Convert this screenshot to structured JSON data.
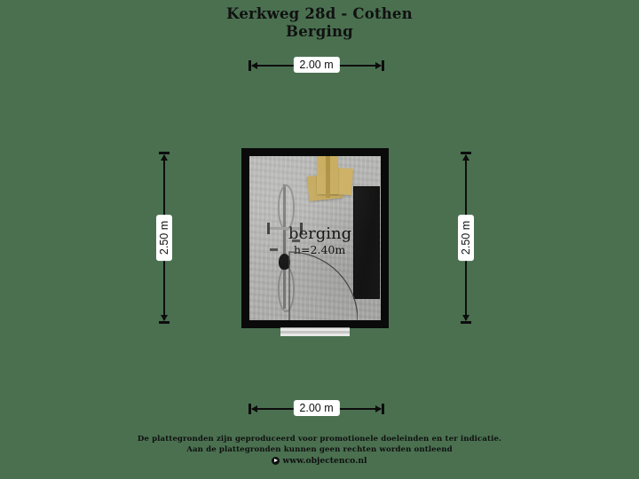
{
  "page": {
    "background_color": "#4a7050"
  },
  "header": {
    "address": "Kerkweg 28d - Cothen",
    "floor_name": "Berging"
  },
  "dimensions": {
    "top": {
      "label": "2.00 m"
    },
    "bottom": {
      "label": "2.00 m"
    },
    "left": {
      "label": "2.50 m"
    },
    "right": {
      "label": "2.50 m"
    }
  },
  "floorplan": {
    "room": {
      "name": "berging",
      "height_label": "h=2.40m"
    },
    "colors": {
      "wall": "#0a0a0a",
      "floor": "#b5b5b3",
      "cabinet": "#171717",
      "boxes": "#c9ad60",
      "door": "#e8e8e6"
    },
    "furniture": [
      {
        "name": "cardboard-boxes",
        "position": "top-center"
      },
      {
        "name": "storage-cabinet",
        "position": "right-wall"
      },
      {
        "name": "bicycle",
        "position": "left-side"
      }
    ],
    "door": {
      "name": "entry-door",
      "position": "bottom-wall",
      "swing": "left-hinge-inward"
    }
  },
  "footer": {
    "line1": "De plattegronden zijn geproduceerd voor promotionele doeleinden en ter indicatie.",
    "line2": "Aan de plattegronden kunnen geen rechten worden ontleend",
    "website": "www.objectenco.nl"
  }
}
